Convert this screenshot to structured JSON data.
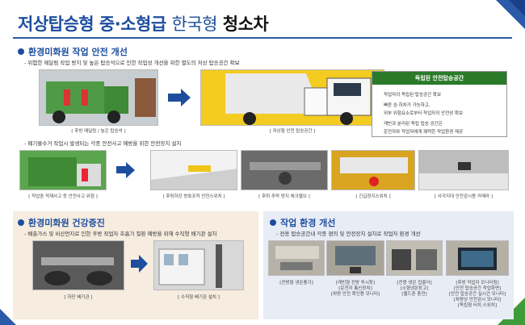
{
  "title": {
    "part1": "저상탑승형",
    "part2": "중·소형급",
    "part3": "한국형",
    "part4": "청소차"
  },
  "sec1": {
    "heading": "환경미화원 작업 안전 개선",
    "bullet1": "위험한 매달림 작업 방지 및 높은 탑승석으로 인한 작업성 개선을 위한 별도의 저상 탑승공간 확보",
    "caption1": "[ 후방 매달림 / 높은 탑승석 ]",
    "caption2": "[ 저상형 안전 탑승공간 ]",
    "info": {
      "heading": "독립된 안전탑승공간",
      "line1": "작업자의 독립된 탑승공간 확보",
      "line2": "빠른 승·하차가 가능하고,",
      "line3": "외부 위험요소로부터 작업자의 안전성 확보",
      "line4": "캐빈과 분리된 독립 탑승 공간은",
      "line5": "운전자와 작업자에게 쾌적한 작업환경 제공"
    },
    "bullet2": "폐기물수거 작업시 발생되는 각종 안전사고 예방을 위한 안전장치 설치",
    "caption3": "[ 작업중 적재사고 등 안전사고 위험 ]",
    "caption4": "[ 후퇴하강 방호조작 안전스위치 ]",
    "caption5": "[ 후퇴 추락 방지 체크밸브 ]",
    "caption6": "[ 긴급정지스위치 ]",
    "caption7": "[ 사각지대 안전감시용 카메라 ]"
  },
  "sec2": {
    "heading": "환경미화원 건강증진",
    "bullet": "배출가스 및 비산먼지로 인한 후방 작업자 호흡기 질환 예방을 위해 수직형 배기관 설치",
    "caption1": "[ 하단 배기관 ]",
    "caption2": "[ 수직형 배기관 설치 ]"
  },
  "sec3": {
    "heading": "작업 환경 개선",
    "bullet": "전용 탑승공간내 각종 편의 및 안전장치 설치로 작업자 환경 개선",
    "caption1": "[전방형 냉온풍기]",
    "caption2a": "[캐빈형 전방 투시창]",
    "caption2b": "[운전자 통신장치]",
    "caption2c": "[차량 안전 확인용 모니터]",
    "caption3a": "[전용 냉온 컵홀더]",
    "caption3b": "[소형냉온장고]",
    "caption3c": "[헬드폰 충전]",
    "caption4a": "[후방 작업자 모니터링]",
    "caption4b": "[안전 탑승공간 작업화면]",
    "caption4c": "[안전 탑승공간 실시간 모니터]",
    "caption4d": "[차량상 안전감시 모니터]",
    "caption4e": "[독립형 터치 스위치]"
  },
  "colors": {
    "accent": "#1d4e9e",
    "green": "#2a7a2a",
    "panel_warm": "#f6ecdf",
    "panel_cool": "#e8ecf5"
  }
}
